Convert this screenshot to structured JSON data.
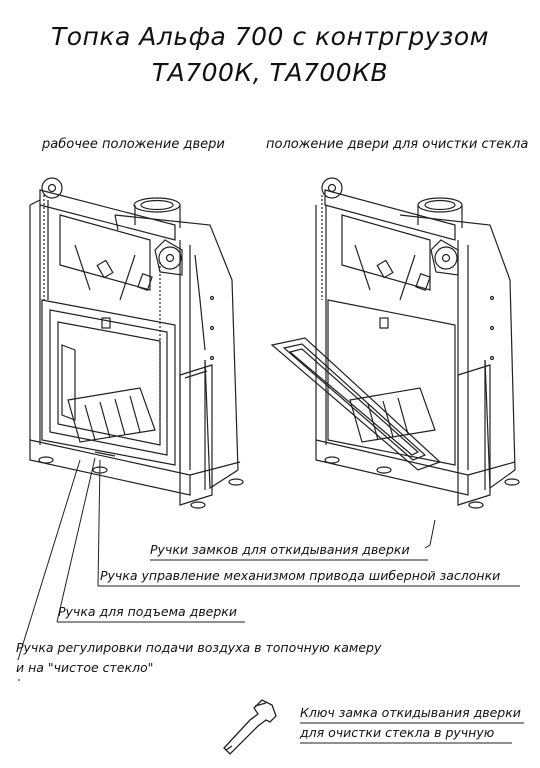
{
  "title": {
    "line1": "Топка Альфа 700 с контргрузом",
    "line2": "ТА700К, ТА700КВ"
  },
  "captions": {
    "left": "рабочее положение двери",
    "right": "положение двери для очистки стекла"
  },
  "labels": {
    "lock_handles": "Ручки замков для откидывания дверки",
    "damper_handle": "Ручка управление механизмом привода шиберной заслонки",
    "lift_handle": "Ручка для подъема дверки",
    "air_handle_1": "Ручка регулировки подачи воздуха в топочную камеру",
    "air_handle_2": "и на \"чистое стекло\"",
    "key_1": "Ключ замка откидывания дверки",
    "key_2": "для очистки стекла в ручную"
  }
}
